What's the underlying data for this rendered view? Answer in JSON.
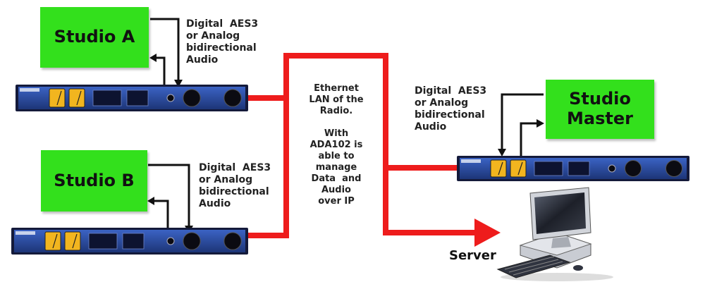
{
  "colors": {
    "studio_box": "#33e01c",
    "network_line": "#ee1c1c",
    "device_body": "#141a3a",
    "device_panel": "#2d4fa8",
    "meter_face": "#f2b51f",
    "arrow": "#111111"
  },
  "studios": {
    "a": {
      "label": "Studio A"
    },
    "b": {
      "label": "Studio B"
    },
    "master": {
      "label": "Studio\nMaster"
    }
  },
  "connection_labels": {
    "a": "Digital  AES3\nor Analog\nbidirectional\nAudio",
    "b": "Digital  AES3\nor Analog\nbidirectional\nAudio",
    "master": "Digital  AES3\nor Analog\nbidirectional\nAudio"
  },
  "network": {
    "description": "Ethernet\nLAN of the\nRadio.\n\nWith\nADA102 is\nable to\nmanage\nData  and\nAudio\nover IP"
  },
  "server": {
    "label": "Server",
    "icon": "desktop-computer-icon"
  },
  "devices": {
    "icon": "audio-codec-rack-unit-icon",
    "count": 3
  }
}
